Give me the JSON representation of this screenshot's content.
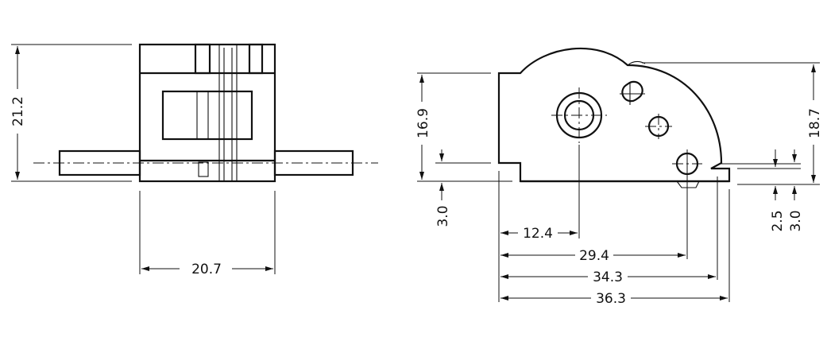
{
  "dimensions": {
    "front_height": "21.2",
    "front_width": "20.7",
    "side_height": "16.9",
    "side_total_height": "18.7",
    "side_bottom_offset": "3.0",
    "right_dim_a": "2.5",
    "right_dim_b": "3.0",
    "center_12": "12.4",
    "center_29": "29.4",
    "width_34": "34.3",
    "width_36": "36.3"
  }
}
